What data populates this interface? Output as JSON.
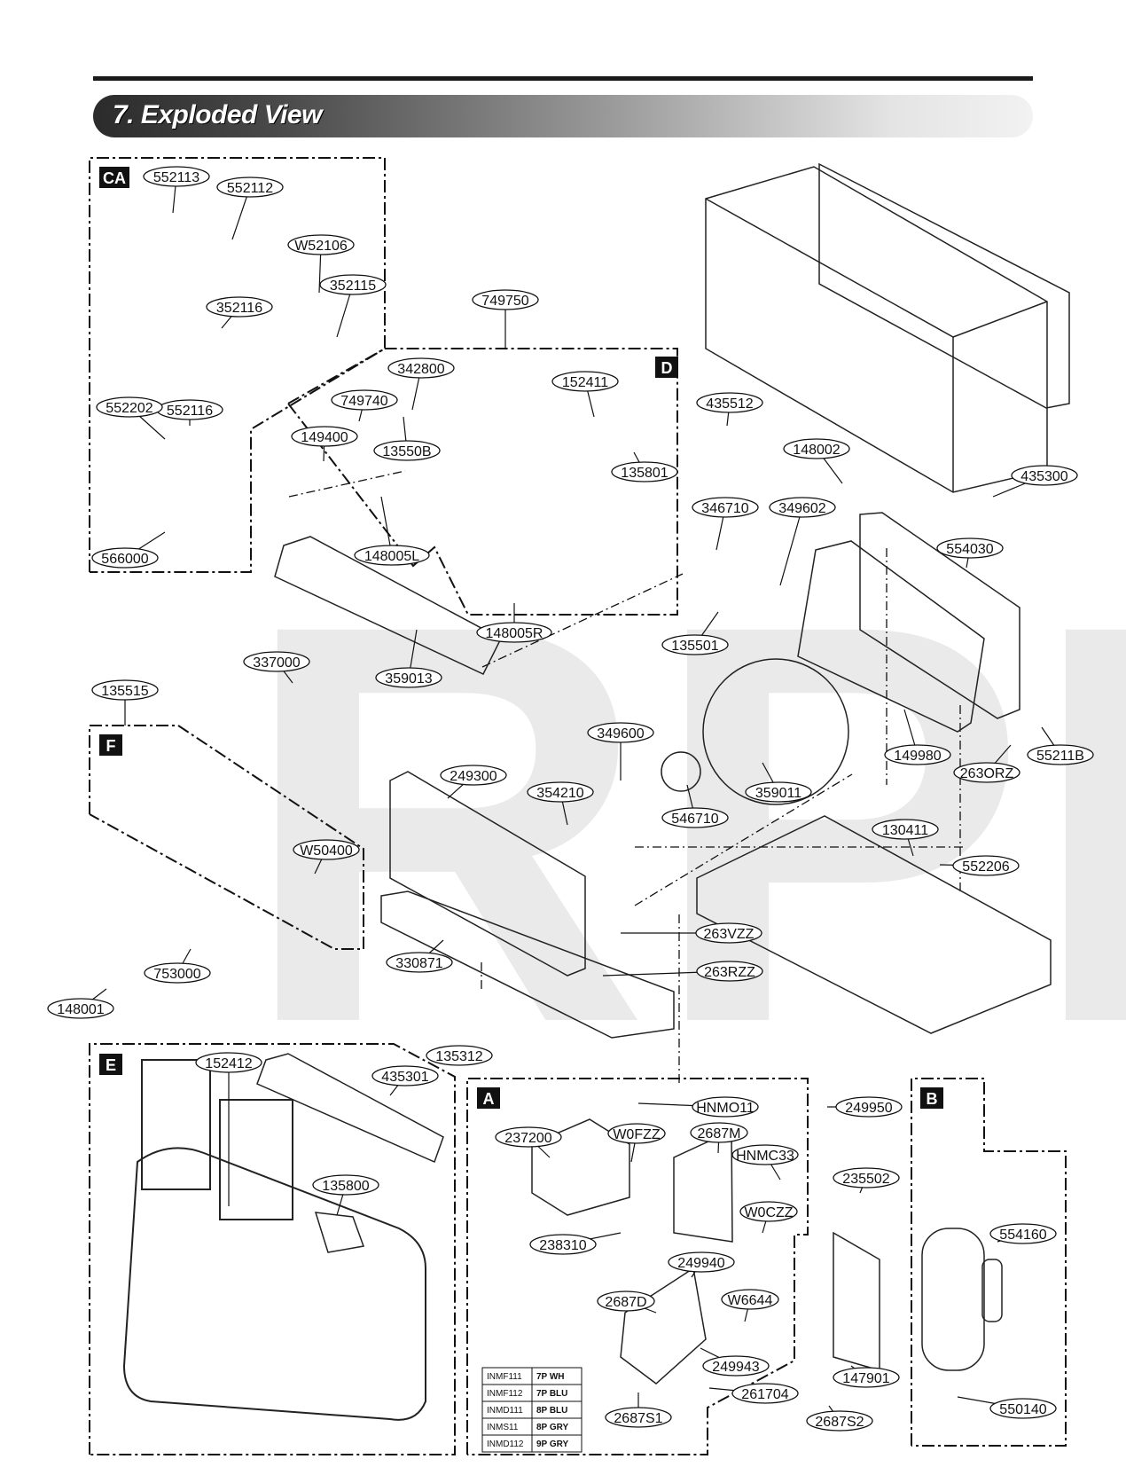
{
  "title": "7. Exploded View",
  "watermark": "RPI",
  "sections": [
    "CA",
    "D",
    "F",
    "E",
    "A",
    "B"
  ],
  "part_labels": [
    "552113",
    "552112",
    "W52106",
    "352115",
    "352116",
    "749750",
    "552116",
    "552202",
    "566000",
    "342800",
    "749740",
    "149400",
    "13550B",
    "148005L",
    "152411",
    "135801",
    "435512",
    "148002",
    "435300",
    "346710",
    "349602",
    "554030",
    "148005R",
    "135501",
    "337000",
    "359013",
    "135515",
    "149980",
    "263ORZ",
    "55211B",
    "349600",
    "249300",
    "354210",
    "546710",
    "359011",
    "W50400",
    "130411",
    "552206",
    "263VZZ",
    "263RZZ",
    "330871",
    "753000",
    "148001",
    "152412",
    "435301",
    "135312",
    "135800",
    "249950",
    "HNMO11",
    "W0FZZ",
    "2687M",
    "237200",
    "HNMC33",
    "235502",
    "W0CZZ",
    "238310",
    "554160",
    "249940",
    "2687D",
    "W6644",
    "249943",
    "261704",
    "147901",
    "2687S1",
    "2687S2",
    "550140"
  ],
  "connector_table": [
    {
      "code": "INMF111",
      "desc": "7P WH"
    },
    {
      "code": "INMF112",
      "desc": "7P BLU"
    },
    {
      "code": "INMD111",
      "desc": "8P BLU"
    },
    {
      "code": "INMS11",
      "desc": "8P GRY"
    },
    {
      "code": "INMD112",
      "desc": "9P GRY"
    }
  ]
}
